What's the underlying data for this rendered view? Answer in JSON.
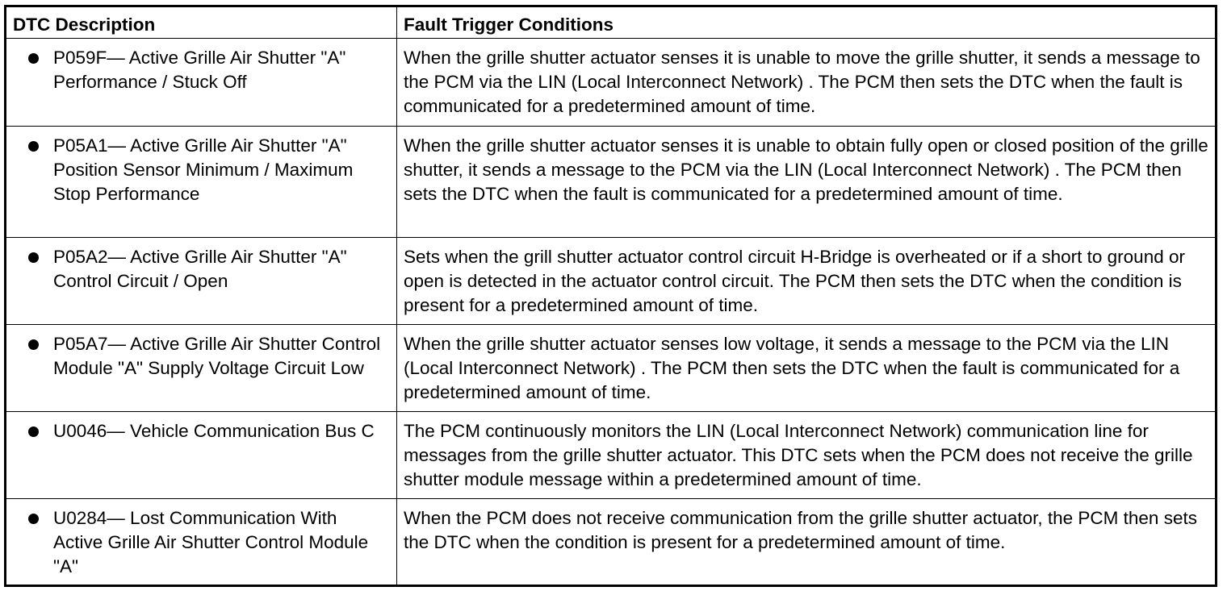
{
  "table": {
    "headers": {
      "description": "DTC Description",
      "conditions": "Fault Trigger Conditions"
    },
    "rows": [
      {
        "description": "P059F— Active Grille Air Shutter \"A\" Performance / Stuck Off",
        "conditions": "When the grille shutter actuator senses it is unable to move the grille shutter, it sends a message to the PCM via the LIN (Local Interconnect Network) . The PCM then sets the DTC when the fault is communicated for a predetermined amount of time."
      },
      {
        "description": "P05A1— Active Grille Air Shutter \"A\" Position Sensor Minimum / Maximum Stop Performance",
        "conditions": "When the grille shutter actuator senses it is unable to obtain fully open or closed position of the grille shutter, it sends a message to the PCM via the LIN (Local Interconnect Network) . The PCM then sets the DTC when the fault is communicated for a predetermined amount of time."
      },
      {
        "description": "P05A2— Active Grille Air Shutter \"A\" Control Circuit / Open",
        "conditions": "Sets when the grill shutter actuator control circuit H-Bridge is overheated or if a short to ground or open is detected in the actuator control circuit. The PCM then sets the DTC when the condition is present for a predetermined amount of time."
      },
      {
        "description": "P05A7— Active Grille Air Shutter Control Module \"A\" Supply Voltage Circuit Low",
        "conditions": "When the grille shutter actuator senses low voltage, it sends a message to the PCM via the LIN (Local Interconnect Network) . The PCM then sets the DTC when the fault is communicated for a predetermined amount of time."
      },
      {
        "description": "U0046— Vehicle Communication Bus C",
        "conditions": "The PCM continuously monitors the LIN (Local Interconnect Network) communication line for messages from the grille shutter actuator. This DTC sets when the PCM does not receive the grille shutter module message within a predetermined amount of time."
      },
      {
        "description": "U0284— Lost Communication With Active Grille Air Shutter Control Module \"A\"",
        "conditions": "When the PCM does not receive communication from the grille shutter actuator, the PCM then sets the DTC when the condition is present for a predetermined amount of time."
      }
    ]
  }
}
